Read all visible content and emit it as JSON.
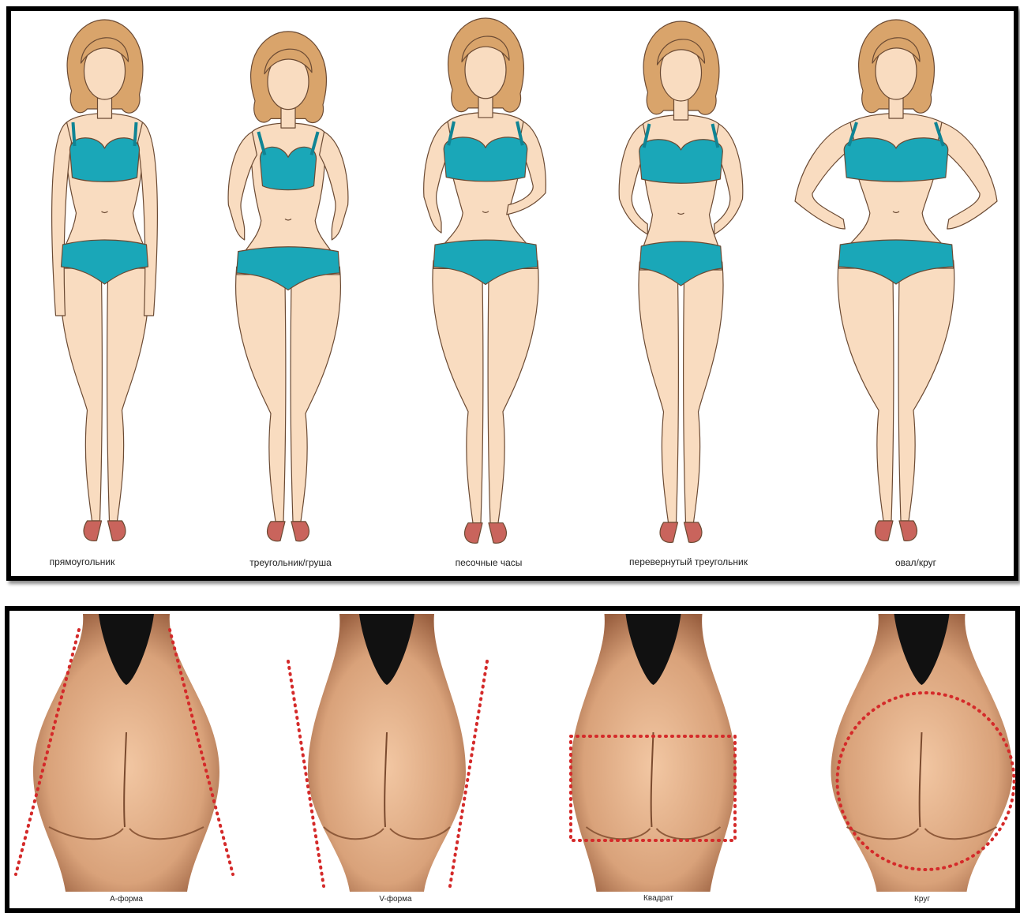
{
  "colors": {
    "swimsuit": "#1aa7b8",
    "swimsuit_shadow": "#0f8494",
    "skin_cartoon": "#f9dcc0",
    "skin_shade": "#f1bf98",
    "hair": "#d9a46b",
    "hair_dark": "#b47c45",
    "shoes": "#c9645c",
    "outline": "#6b4a33",
    "skin_real": "#d9a27a",
    "skin_real_dark": "#9a6040",
    "dotted_line": "#d42a2a"
  },
  "body_shapes": [
    {
      "label": "прямоугольник",
      "icon": "rectangle-body-figure"
    },
    {
      "label": "треугольник/груша",
      "icon": "pear-body-figure"
    },
    {
      "label": "песочные часы",
      "icon": "hourglass-body-figure"
    },
    {
      "label": "перевернутый треугольник",
      "icon": "inverted-triangle-body-figure"
    },
    {
      "label": "овал/круг",
      "icon": "oval-body-figure"
    }
  ],
  "buttock_shapes": [
    {
      "label": "А-форма",
      "icon": "a-shape-buttocks"
    },
    {
      "label": "V-форма",
      "icon": "v-shape-buttocks"
    },
    {
      "label": "Квадрат",
      "icon": "square-buttocks"
    },
    {
      "label": "Круг",
      "icon": "round-buttocks"
    }
  ]
}
